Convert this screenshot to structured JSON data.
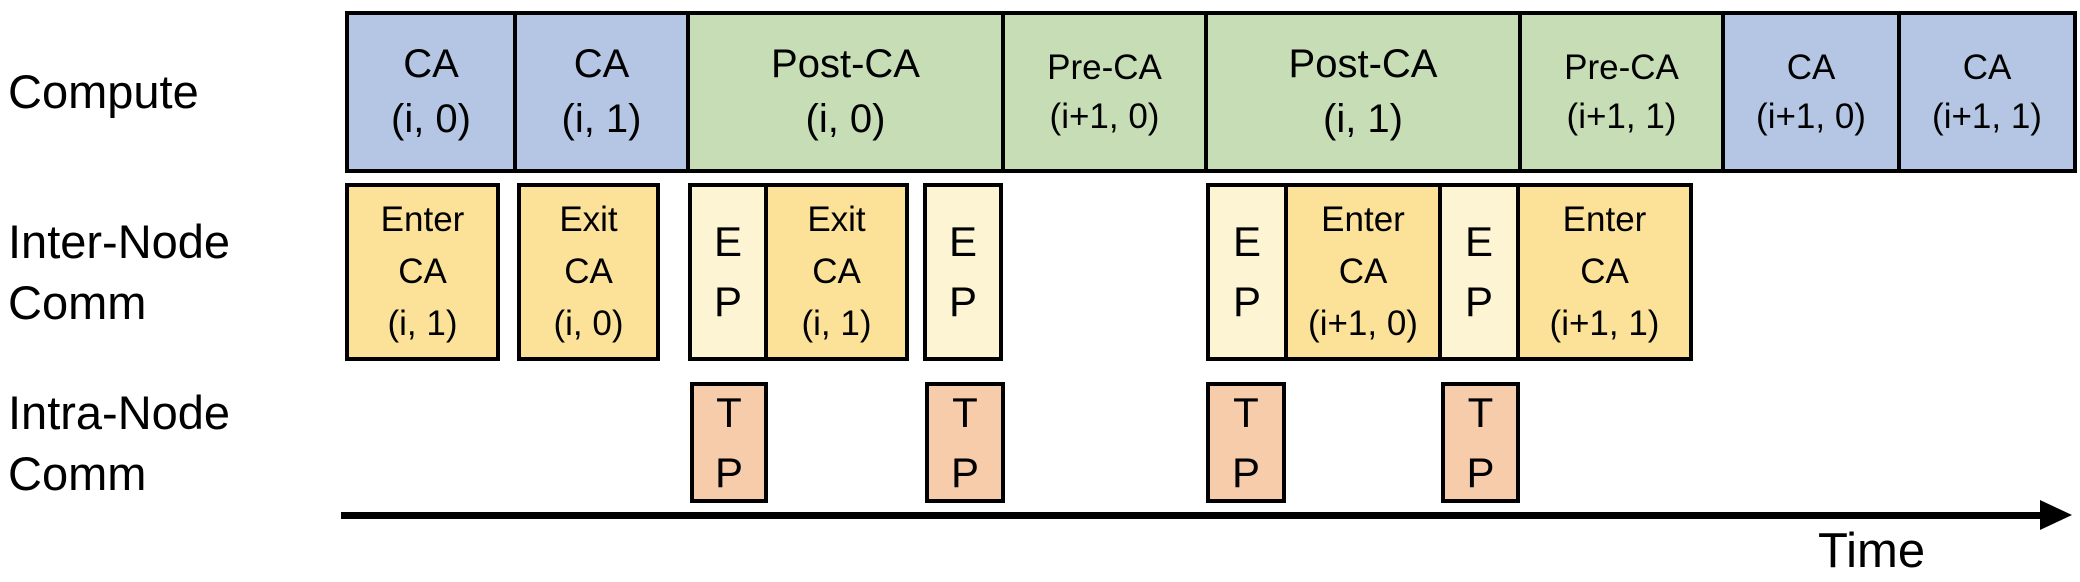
{
  "labels": {
    "compute": "Compute",
    "inter_node_line1": "Inter-Node",
    "inter_node_line2": "Comm",
    "intra_node_line1": "Intra-Node",
    "intra_node_line2": "Comm",
    "time": "Time"
  },
  "colors": {
    "compute_ca_fill": "#b4c6e4",
    "compute_prepost_fill": "#c6ddb5",
    "inter_comm_fill": "#fbe298",
    "ep_fill": "#fdf4d3",
    "tp_fill": "#f6ccaa",
    "border": "#000000"
  },
  "compute_row": {
    "boxes": [
      {
        "lines": [
          "CA",
          "(i, 0)"
        ]
      },
      {
        "lines": [
          "CA",
          "(i, 1)"
        ]
      },
      {
        "lines": [
          "Post-CA",
          "(i, 0)"
        ]
      },
      {
        "lines": [
          "Pre-CA",
          "(i+1, 0)"
        ]
      },
      {
        "lines": [
          "Post-CA",
          "(i, 1)"
        ]
      },
      {
        "lines": [
          "Pre-CA",
          "(i+1, 1)"
        ]
      },
      {
        "lines": [
          "CA",
          "(i+1, 0)"
        ]
      },
      {
        "lines": [
          "CA",
          "(i+1, 1)"
        ]
      }
    ]
  },
  "inter_node_row": {
    "boxes": [
      {
        "lines": [
          "Enter",
          "CA",
          "(i, 1)"
        ]
      },
      {
        "lines": [
          "Exit",
          "CA",
          "(i, 0)"
        ]
      },
      {
        "lines": [
          "E",
          "P"
        ]
      },
      {
        "lines": [
          "Exit",
          "CA",
          "(i, 1)"
        ]
      },
      {
        "lines": [
          "E",
          "P"
        ]
      },
      {
        "lines": [
          "E",
          "P"
        ]
      },
      {
        "lines": [
          "Enter",
          "CA",
          "(i+1, 0)"
        ]
      },
      {
        "lines": [
          "E",
          "P"
        ]
      },
      {
        "lines": [
          "Enter",
          "CA",
          "(i+1, 1)"
        ]
      }
    ]
  },
  "intra_node_row": {
    "boxes": [
      {
        "lines": [
          "T",
          "P"
        ]
      },
      {
        "lines": [
          "T",
          "P"
        ]
      },
      {
        "lines": [
          "T",
          "P"
        ]
      },
      {
        "lines": [
          "T",
          "P"
        ]
      }
    ]
  }
}
